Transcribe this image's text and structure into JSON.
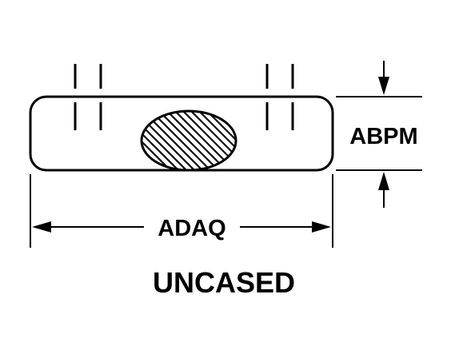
{
  "labels": {
    "height_dimension": "ABPM",
    "width_dimension": "ADAQ",
    "caption": "UNCASED"
  },
  "colors": {
    "ink": "#000000",
    "background": "#ffffff"
  }
}
